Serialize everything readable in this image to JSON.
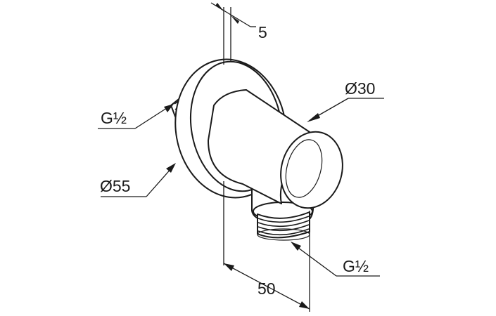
{
  "dimensions": {
    "flange_thickness": "5",
    "outlet_diameter": "Ø30",
    "inlet_thread": "G½",
    "flange_diameter": "Ø55",
    "outlet_thread": "G½",
    "depth": "50"
  },
  "colors": {
    "line": "#1a1a1a",
    "background": "#ffffff"
  }
}
